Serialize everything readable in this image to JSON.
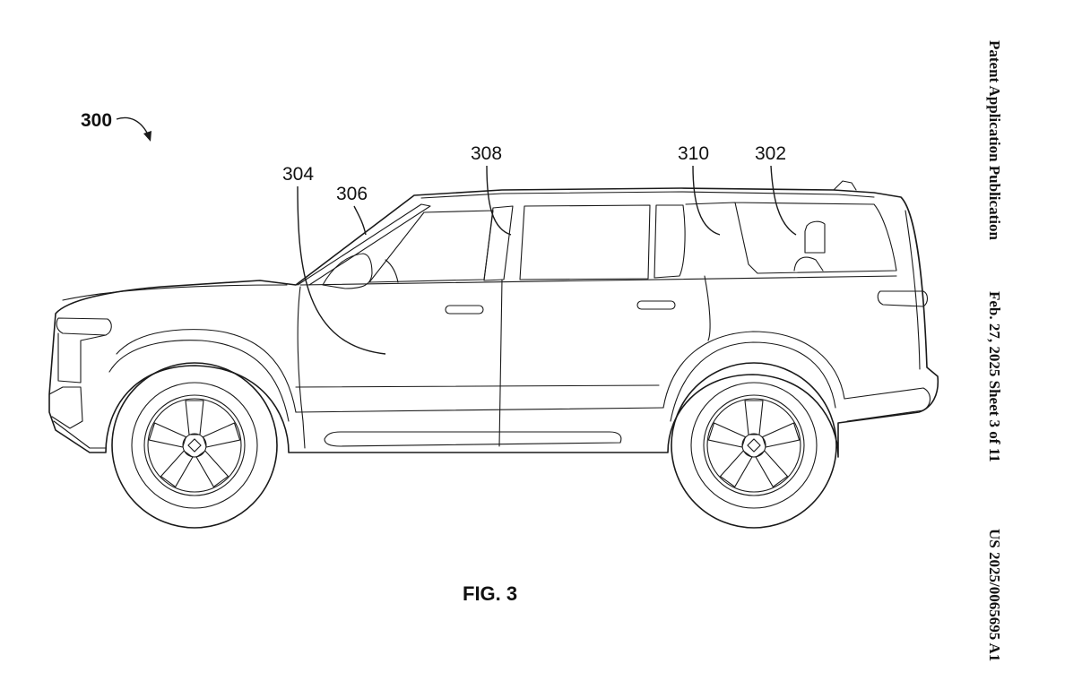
{
  "header": {
    "publication_type": "Patent Application Publication",
    "date_sheet": "Feb. 27, 2025  Sheet 3 of 11",
    "publication_number": "US 2025/0065695 A1"
  },
  "figure": {
    "caption": "FIG. 3",
    "reference_numerals": {
      "assembly": "300",
      "door_mirror": "304",
      "a_pillar": "306",
      "b_pillar": "308",
      "c_pillar": "310",
      "rear_seat": "302"
    }
  }
}
